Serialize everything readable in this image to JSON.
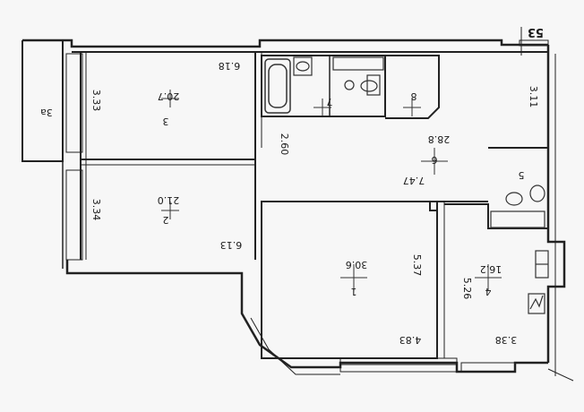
{
  "plan": {
    "section_label": "53",
    "rooms": [
      {
        "id": "3a",
        "name": "3a"
      },
      {
        "id": "3",
        "name": "3",
        "area": "20.7",
        "dim_a": "3.33",
        "dim_b": "6.18"
      },
      {
        "id": "2",
        "name": "2",
        "area": "21.0",
        "dim_a": "3.34",
        "dim_b": "6.13"
      },
      {
        "id": "1",
        "name": "1",
        "area": "30.6",
        "dim_a": "5.37",
        "dim_b": "4.83"
      },
      {
        "id": "4",
        "name": "4",
        "area": "16.2",
        "dim_a": "5.26",
        "dim_b": "3.38"
      },
      {
        "id": "5",
        "name": "5"
      },
      {
        "id": "6",
        "name": "6",
        "area": "28.8",
        "dim_a": "7.47",
        "dim_b": "2.60"
      },
      {
        "id": "7",
        "name": "7"
      },
      {
        "id": "8",
        "name": "8",
        "dim_a": "3.11"
      }
    ],
    "colors": {
      "wall": "#222222",
      "paper": "#f7f7f7",
      "fixture": "#333333"
    }
  }
}
